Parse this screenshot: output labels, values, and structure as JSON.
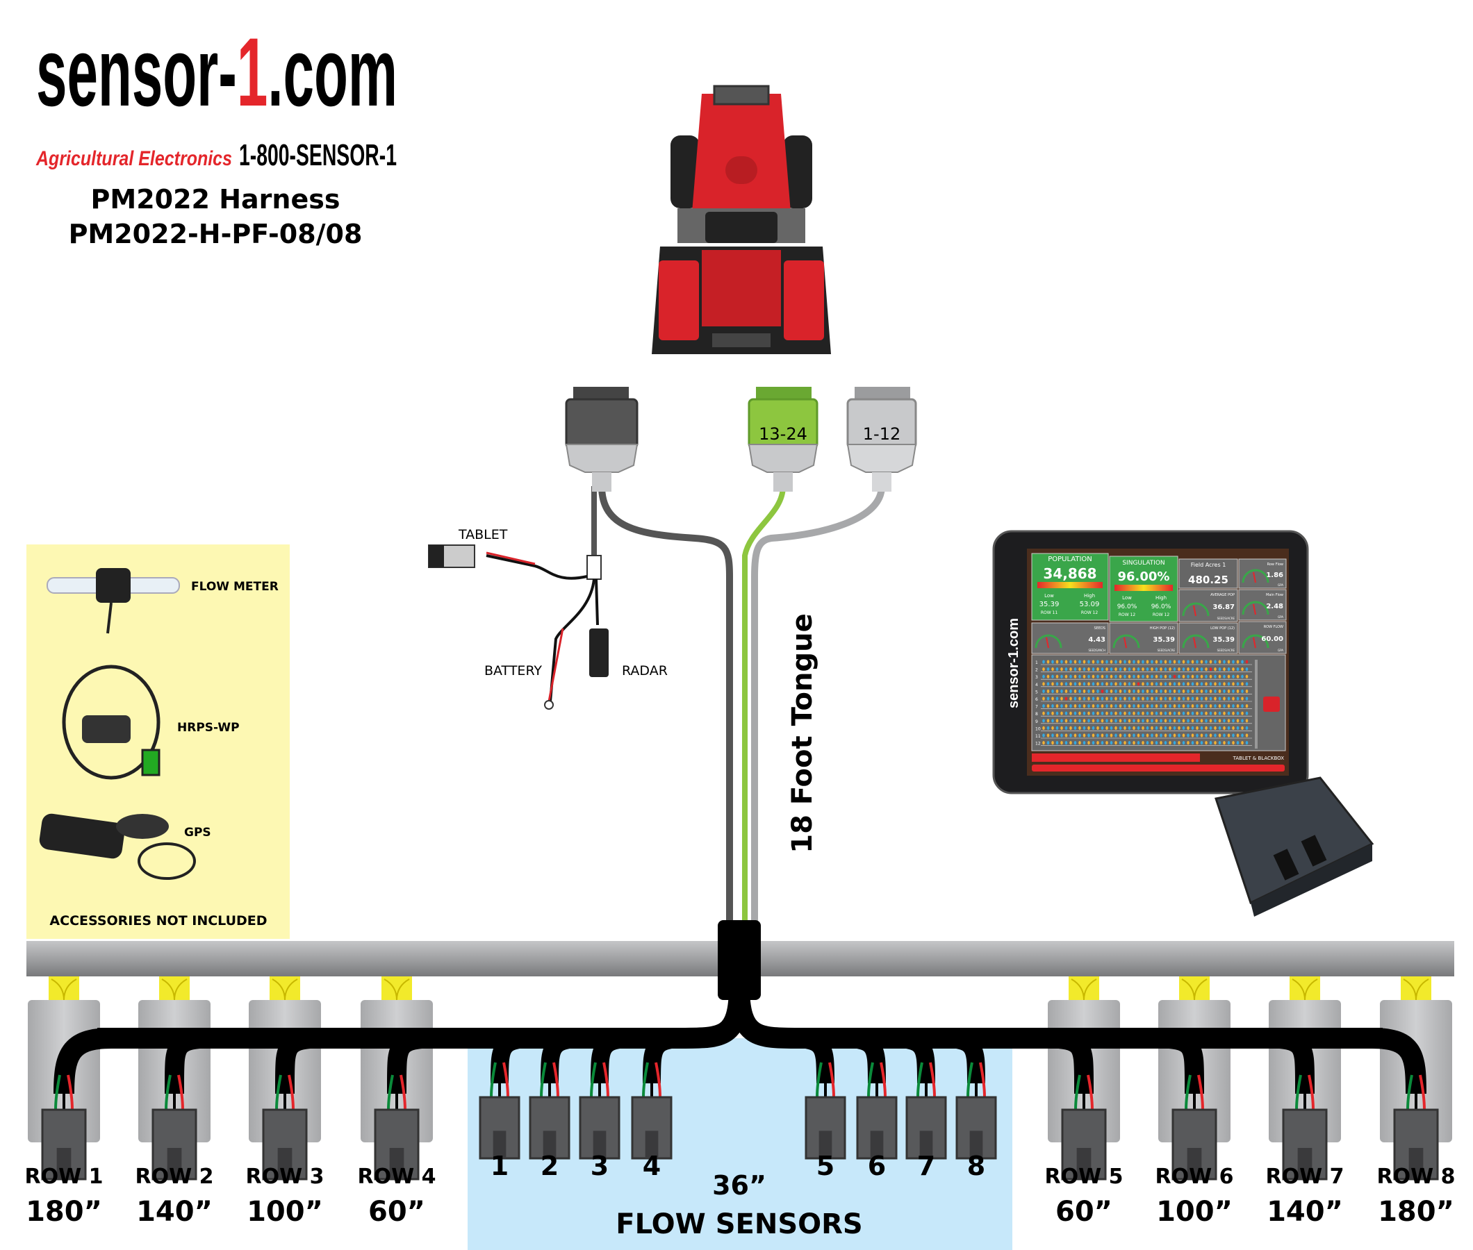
{
  "logo": {
    "text_main": "sensor-",
    "text_one": "1",
    "text_com": ".com",
    "tagline": "Agricultural Electronics",
    "phone": "1-800-SENSOR-1"
  },
  "title": {
    "line1": "PM2022 Harness",
    "line2": "PM2022-H-PF-08/08"
  },
  "connectors": {
    "green_label": "13-24",
    "gray_label": "1-12"
  },
  "pigtail": {
    "tablet": "TABLET",
    "battery": "BATTERY",
    "radar": "RADAR"
  },
  "tongue_label": "18 Foot Tongue",
  "accessories": {
    "items": [
      {
        "label": "FLOW METER"
      },
      {
        "label": "HRPS-WP"
      },
      {
        "label": "GPS"
      }
    ],
    "footer": "ACCESSORIES NOT INCLUDED"
  },
  "tablet": {
    "brand": "sensor-1.com",
    "population": {
      "title": "POPULATION",
      "value": "34,868",
      "low_label": "Low",
      "low_value": "35.39",
      "low_row": "ROW 11",
      "high_label": "High",
      "high_value": "53.09",
      "high_row": "ROW 12"
    },
    "singulation": {
      "title": "SINGULATION",
      "value": "96.00%",
      "low_label": "Low",
      "low_value": "96.0%",
      "low_row": "ROW 12",
      "high_label": "High",
      "high_value": "96.0%",
      "high_row": "ROW 12"
    },
    "field_acres": {
      "title": "Field Acres 1",
      "value": "480.25"
    },
    "gauges": [
      {
        "title": "Row Flow",
        "value": "1.86",
        "unit": "GPA"
      },
      {
        "title": "AVERAGE POP",
        "value": "36.87",
        "unit": "SEEDS/ACRE"
      },
      {
        "title": "Main Flow",
        "value": "2.48",
        "unit": "GPA"
      },
      {
        "title": "SEEDS",
        "value": "4.43",
        "unit": "SEEDS/INCH"
      },
      {
        "title": "HIGH POP (12)",
        "value": "35.39",
        "unit": "SEEDS/ACRE"
      },
      {
        "title": "LOW POP (12)",
        "value": "35.39",
        "unit": "SEEDS/ACRE"
      },
      {
        "title": "ROW FLOW",
        "value": "60.00",
        "unit": "GPA"
      }
    ],
    "row_numbers": [
      "1",
      "2",
      "3",
      "4",
      "5",
      "6",
      "7",
      "8",
      "9",
      "10",
      "11",
      "12"
    ],
    "footer_button": "TABLET & BLACKBOX"
  },
  "rows": [
    {
      "label": "ROW 1",
      "distance": "180”"
    },
    {
      "label": "ROW 2",
      "distance": "140”"
    },
    {
      "label": "ROW 3",
      "distance": "100”"
    },
    {
      "label": "ROW 4",
      "distance": "60”"
    },
    {
      "label": "ROW 5",
      "distance": "60”"
    },
    {
      "label": "ROW 6",
      "distance": "100”"
    },
    {
      "label": "ROW 7",
      "distance": "140”"
    },
    {
      "label": "ROW 8",
      "distance": "180”"
    }
  ],
  "flow_sensors": {
    "numbers": [
      "1",
      "2",
      "3",
      "4",
      "5",
      "6",
      "7",
      "8"
    ],
    "spacing": "36”",
    "title": "FLOW SENSORS"
  },
  "colors": {
    "red": "#e4262b",
    "green": "#8dc63f",
    "harness": "#000000",
    "flow_bg": "#c7e8fa",
    "accessory_bg": "#fdf8b3",
    "toolbar": "#a3a4a6",
    "seed_tube": "#f2ea2b"
  }
}
